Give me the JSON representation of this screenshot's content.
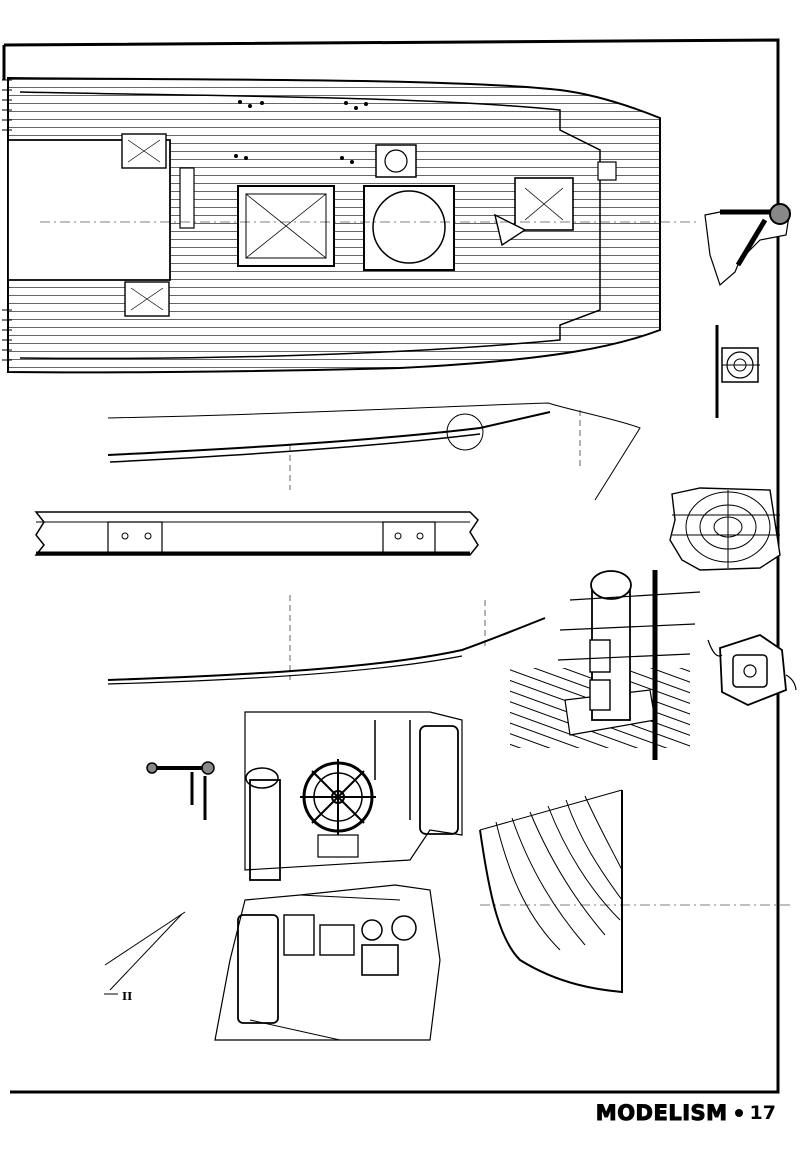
{
  "footer": {
    "brand": "MODELISM",
    "page_number": "17"
  },
  "drawing": {
    "section_marker": "II"
  }
}
